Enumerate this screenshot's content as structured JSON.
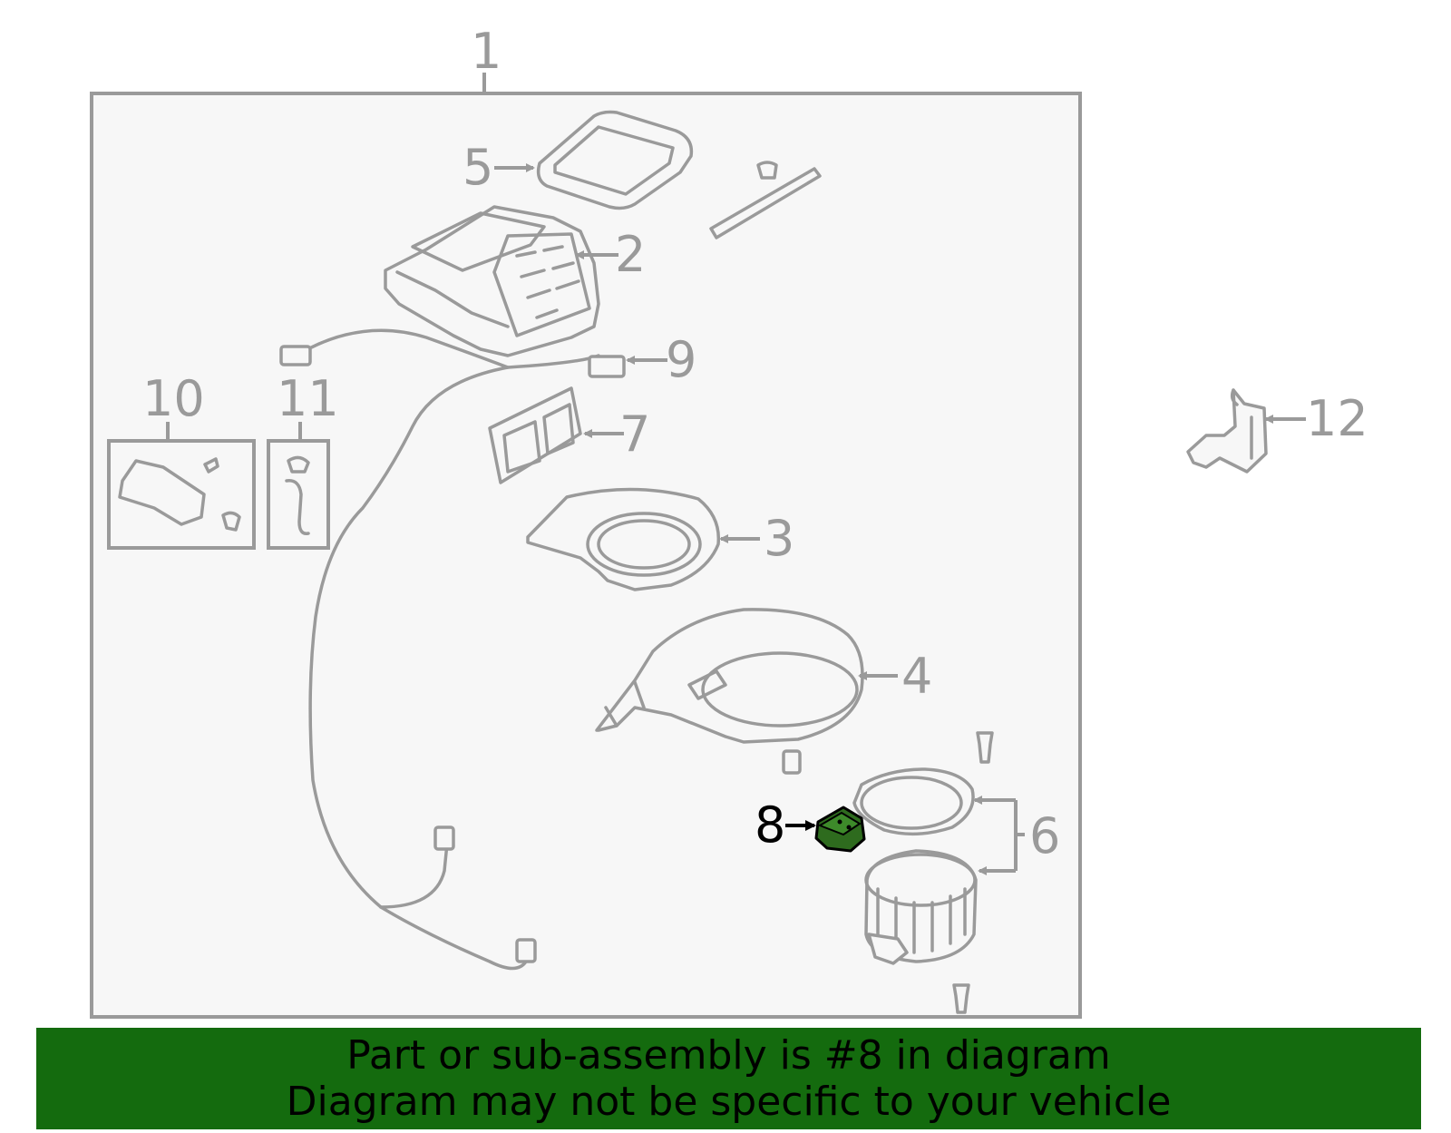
{
  "callouts": {
    "c1": "1",
    "c2": "2",
    "c3": "3",
    "c4": "4",
    "c5": "5",
    "c6": "6",
    "c7": "7",
    "c8": "8",
    "c9": "9",
    "c10": "10",
    "c11": "11",
    "c12": "12"
  },
  "highlighted_part": "8",
  "colors": {
    "line": "#9a9a9a",
    "highlight_part": "#2e6b1e",
    "banner_bg": "#146b0e",
    "banner_text": "#000000",
    "panel_bg": "#f7f7f7"
  },
  "banner": {
    "line1": "Part or sub-assembly is #8 in diagram",
    "line2": "Diagram may not be specific to your vehicle"
  }
}
